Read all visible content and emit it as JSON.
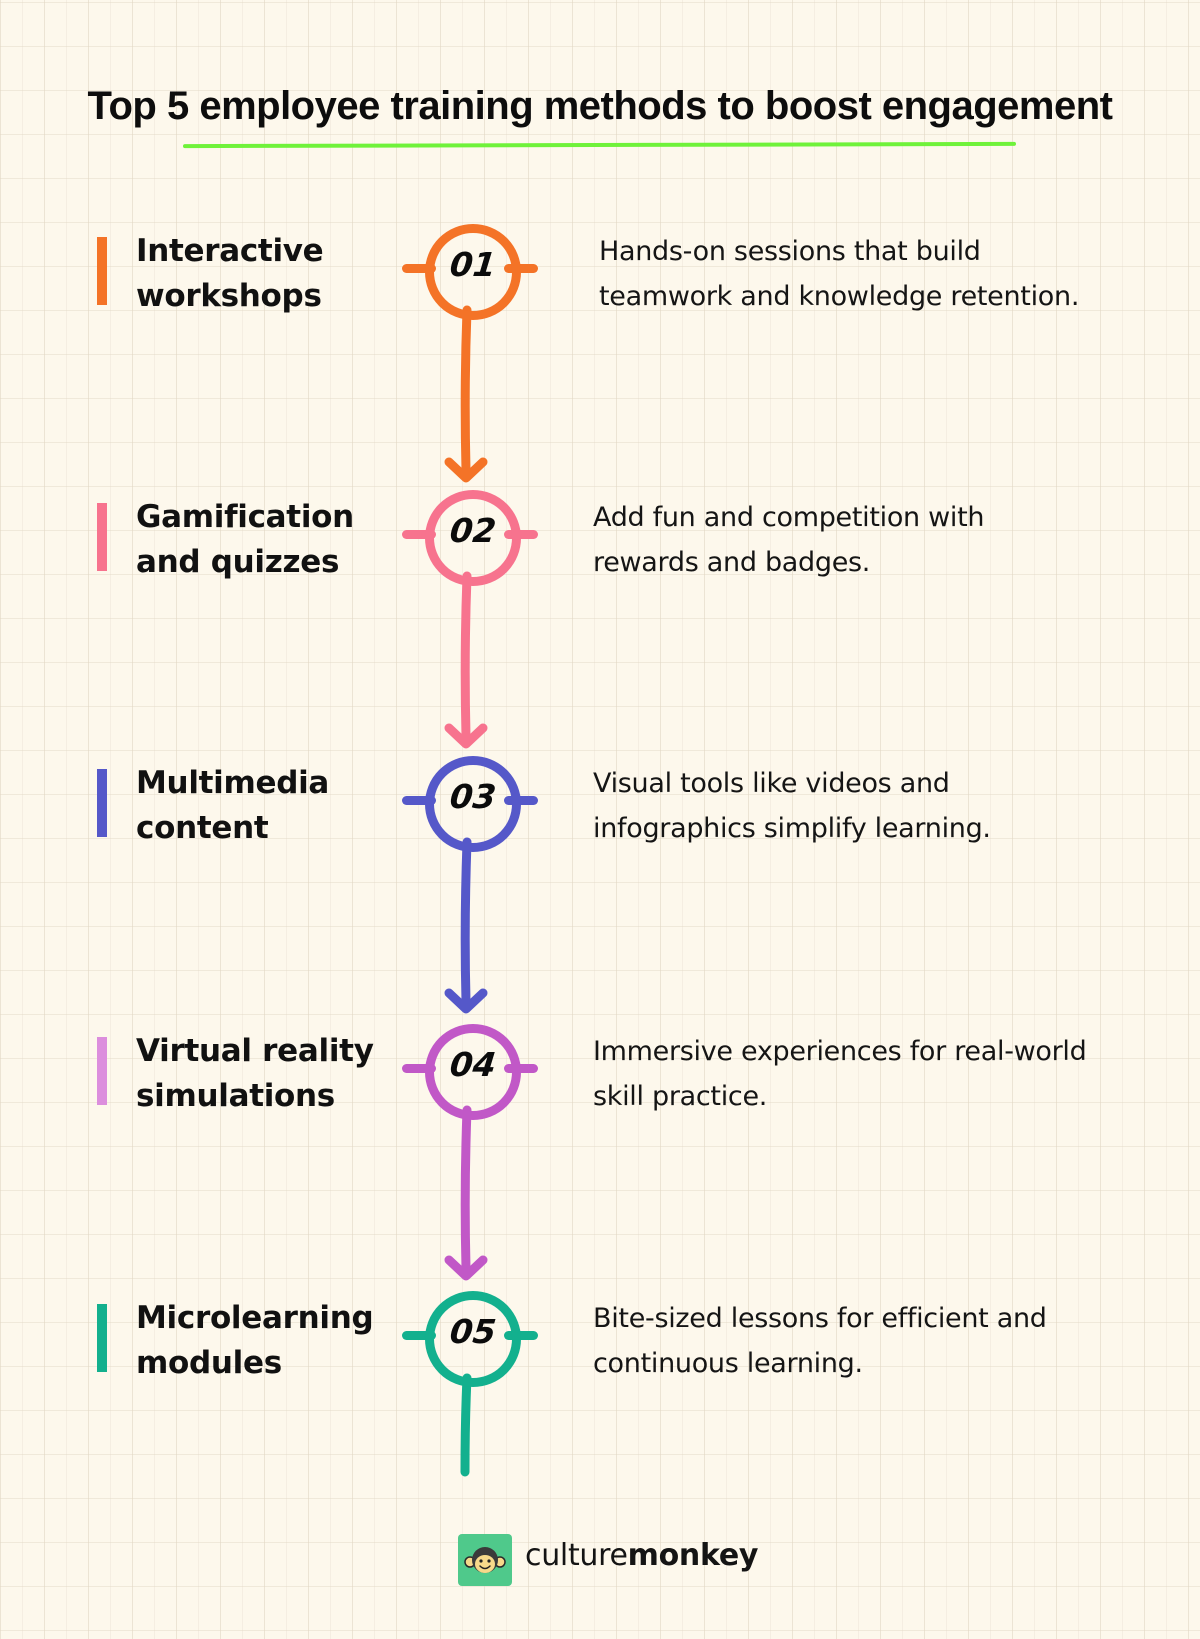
{
  "title": "Top 5 employee training methods to boost engagement",
  "title_underline_color": "#6ff23a",
  "steps": [
    {
      "number": "01",
      "label_line1": "Interactive",
      "label_line2": "workshops",
      "desc_line1": "Hands-on sessions that build",
      "desc_line2": "teamwork and knowledge retention.",
      "color": "#f47327",
      "bar_color": "#f47327"
    },
    {
      "number": "02",
      "label_line1": "Gamification",
      "label_line2": "and quizzes",
      "desc_line1": "Add fun and competition with",
      "desc_line2": "rewards and badges.",
      "color": "#f7738e",
      "bar_color": "#f7738e"
    },
    {
      "number": "03",
      "label_line1": "Multimedia",
      "label_line2": "content",
      "desc_line1": "Visual tools like videos and",
      "desc_line2": "infographics simplify learning.",
      "color": "#5558c9",
      "bar_color": "#5558c9"
    },
    {
      "number": "04",
      "label_line1": "Virtual reality",
      "label_line2": "simulations",
      "desc_line1": "Immersive experiences for real-world",
      "desc_line2": "skill practice.",
      "color": "#c158c7",
      "bar_color": "#dc8edd"
    },
    {
      "number": "05",
      "label_line1": "Microlearning",
      "label_line2": "modules",
      "desc_line1": "Bite-sized lessons for efficient and",
      "desc_line2": "continuous learning.",
      "color": "#13b08e",
      "bar_color": "#13b08e"
    }
  ],
  "footer": {
    "brand_light": "culture",
    "brand_bold": "monkey",
    "logo_icon": "monkey-face-icon",
    "logo_color": "#4fc98b"
  }
}
